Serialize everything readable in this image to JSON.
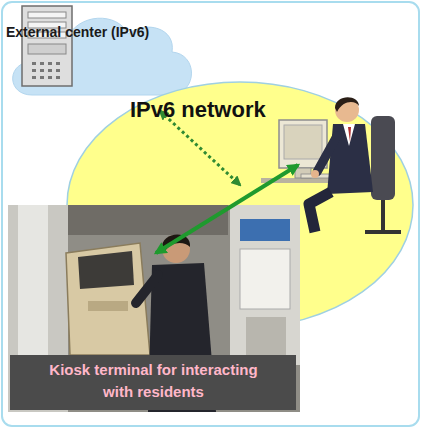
{
  "diagram": {
    "nodes": [
      {
        "text": [
          "External center (IPv6)"
        ]
      },
      {
        "text": [
          "IPv6 network"
        ]
      },
      {
        "text": [
          "Kiosk terminal for interacting with residents"
        ]
      }
    ],
    "edges": [
      {
        "from": 0,
        "to": 1,
        "arrow": "both"
      }
    ]
  }
}
